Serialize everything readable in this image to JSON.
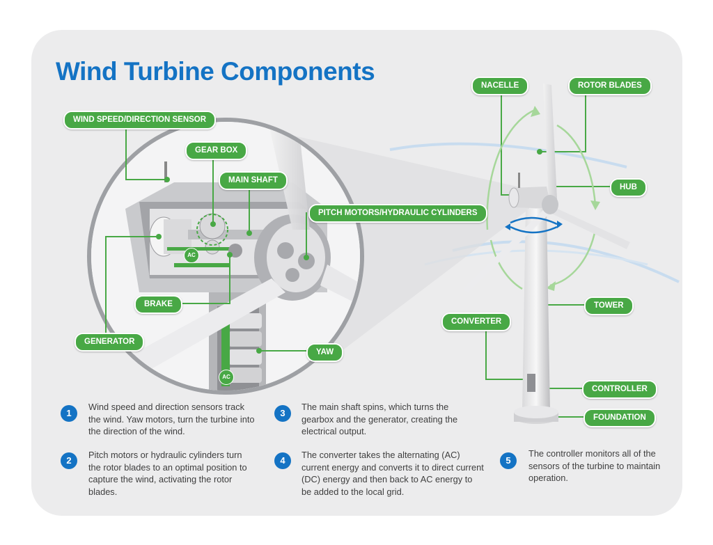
{
  "title": "Wind Turbine Components",
  "colors": {
    "accent_blue": "#1473c4",
    "label_green": "#48a845",
    "panel": "#ececed"
  },
  "labels": {
    "wind_sensor": "WIND SPEED/DIRECTION SENSOR",
    "gear_box": "GEAR BOX",
    "main_shaft": "MAIN SHAFT",
    "pitch_motors": "PITCH MOTORS/HYDRAULIC CYLINDERS",
    "brake": "BRAKE",
    "generator": "GENERATOR",
    "yaw": "YAW",
    "nacelle": "NACELLE",
    "rotor_blades": "ROTOR BLADES",
    "hub": "HUB",
    "tower": "TOWER",
    "converter": "CONVERTER",
    "controller": "CONTROLLER",
    "foundation": "FOUNDATION"
  },
  "ac_tags": [
    "AC",
    "AC"
  ],
  "steps": [
    {
      "num": "1",
      "text": "Wind speed and direction sensors track the wind. Yaw motors, turn the turbine into the direction of the wind."
    },
    {
      "num": "2",
      "text": "Pitch motors or hydraulic cylinders turn the rotor blades to an optimal position to capture the wind, activating the rotor blades."
    },
    {
      "num": "3",
      "text": "The main shaft spins, which turns the gearbox and the generator, creating the electrical output."
    },
    {
      "num": "4",
      "text": "The converter takes the alternating (AC) current energy and converts it to direct current (DC) energy and then back to AC energy to be added to the local grid."
    },
    {
      "num": "5",
      "text": "The controller monitors all of the sensors of the turbine to maintain operation."
    }
  ]
}
